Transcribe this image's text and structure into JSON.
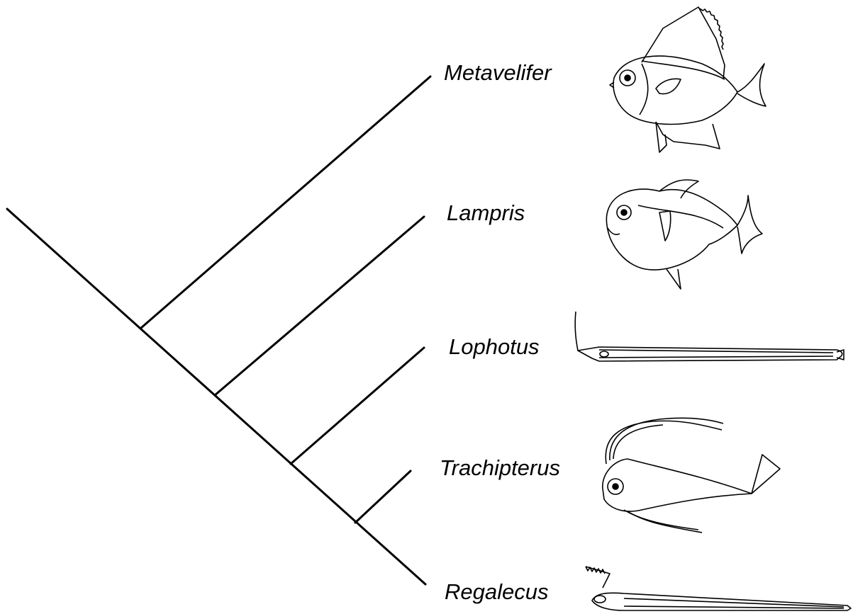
{
  "cladogram": {
    "taxa": [
      {
        "name": "Metavelifer",
        "illustration": "metavelifer-fish"
      },
      {
        "name": "Lampris",
        "illustration": "lampris-fish"
      },
      {
        "name": "Lophotus",
        "illustration": "lophotus-fish"
      },
      {
        "name": "Trachipterus",
        "illustration": "trachipterus-fish"
      },
      {
        "name": "Regalecus",
        "illustration": "regalecus-fish"
      }
    ],
    "topology": "(Metavelifer,(Lampris,(Lophotus,(Trachipterus,Regalecus))))"
  }
}
